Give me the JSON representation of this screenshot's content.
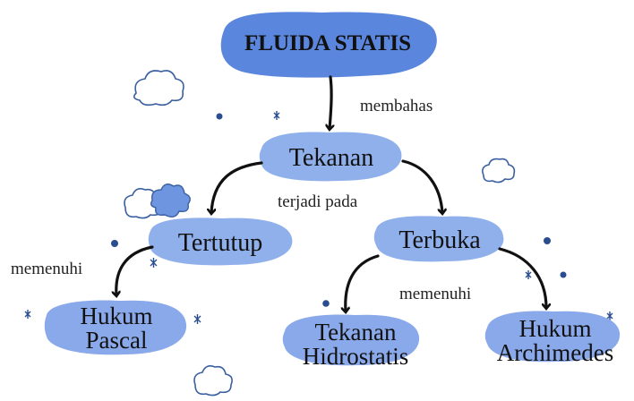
{
  "colors": {
    "root_fill": "#5b86dd",
    "node_fill": "#90b0ec",
    "leaf_fill": "#8aa9ea",
    "decor": "#2a4d8f",
    "decor_fill": "#6d95e0"
  },
  "nodes": {
    "root": "FLUIDA STATIS",
    "tekanan": "Tekanan",
    "tertutup": "Tertutup",
    "terbuka": "Terbuka",
    "pascal": [
      "Hukum",
      "Pascal"
    ],
    "hidrostatis": [
      "Tekanan",
      "Hidrostatis"
    ],
    "archimedes": [
      "Hukum",
      "Archimedes"
    ]
  },
  "edge_labels": {
    "membahas": "membahas",
    "terjadi_pada": "terjadi pada",
    "memenuhi_left": "memenuhi",
    "memenuhi_right": "memenuhi"
  },
  "decorations": [
    "cloud-icon",
    "sparkle-icon",
    "dot-icon"
  ]
}
